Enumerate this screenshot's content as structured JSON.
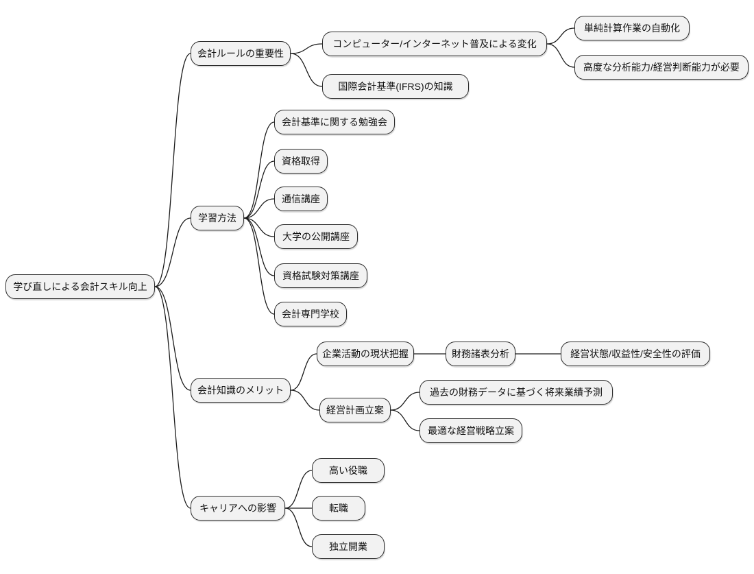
{
  "diagram": {
    "type": "mindmap",
    "colors": {
      "background": "#ffffff",
      "node_fill": "#f2f2f2",
      "node_border": "#2b2b2b",
      "edge": "#1a1a1a"
    },
    "nodes": [
      {
        "id": "root",
        "label": "学び直しによる会計スキル向上",
        "parent": null
      },
      {
        "id": "rule",
        "label": "会計ルールの重要性",
        "parent": "root"
      },
      {
        "id": "computer",
        "label": "コンピューター/インターネット普及による変化",
        "parent": "rule"
      },
      {
        "id": "auto",
        "label": "単純計算作業の自動化",
        "parent": "computer"
      },
      {
        "id": "advanced",
        "label": "高度な分析能力/経営判断能力が必要",
        "parent": "computer"
      },
      {
        "id": "ifrs",
        "label": "国際会計基準(IFRS)の知識",
        "parent": "rule"
      },
      {
        "id": "learn",
        "label": "学習方法",
        "parent": "root"
      },
      {
        "id": "study1",
        "label": "会計基準に関する勉強会",
        "parent": "learn"
      },
      {
        "id": "study2",
        "label": "資格取得",
        "parent": "learn"
      },
      {
        "id": "study3",
        "label": "通信講座",
        "parent": "learn"
      },
      {
        "id": "study4",
        "label": "大学の公開講座",
        "parent": "learn"
      },
      {
        "id": "study5",
        "label": "資格試験対策講座",
        "parent": "learn"
      },
      {
        "id": "study6",
        "label": "会計専門学校",
        "parent": "learn"
      },
      {
        "id": "merit",
        "label": "会計知識のメリット",
        "parent": "root"
      },
      {
        "id": "status",
        "label": "企業活動の現状把握",
        "parent": "merit"
      },
      {
        "id": "finstat",
        "label": "財務諸表分析",
        "parent": "status"
      },
      {
        "id": "eval",
        "label": "経営状態/収益性/安全性の評価",
        "parent": "finstat"
      },
      {
        "id": "plan",
        "label": "経営計画立案",
        "parent": "merit"
      },
      {
        "id": "forecast",
        "label": "過去の財務データに基づく将来業績予測",
        "parent": "plan"
      },
      {
        "id": "strategy",
        "label": "最適な経営戦略立案",
        "parent": "plan"
      },
      {
        "id": "career",
        "label": "キャリアへの影響",
        "parent": "root"
      },
      {
        "id": "career1",
        "label": "高い役職",
        "parent": "career"
      },
      {
        "id": "career2",
        "label": "転職",
        "parent": "career"
      },
      {
        "id": "career3",
        "label": "独立開業",
        "parent": "career"
      }
    ],
    "connections": [
      {
        "from": "root",
        "to": "rule"
      },
      {
        "from": "root",
        "to": "learn"
      },
      {
        "from": "root",
        "to": "merit"
      },
      {
        "from": "root",
        "to": "career"
      },
      {
        "from": "rule",
        "to": "computer"
      },
      {
        "from": "rule",
        "to": "ifrs"
      },
      {
        "from": "computer",
        "to": "auto"
      },
      {
        "from": "computer",
        "to": "advanced"
      },
      {
        "from": "learn",
        "to": "study1"
      },
      {
        "from": "learn",
        "to": "study2"
      },
      {
        "from": "learn",
        "to": "study3"
      },
      {
        "from": "learn",
        "to": "study4"
      },
      {
        "from": "learn",
        "to": "study5"
      },
      {
        "from": "learn",
        "to": "study6"
      },
      {
        "from": "merit",
        "to": "status"
      },
      {
        "from": "merit",
        "to": "plan"
      },
      {
        "from": "status",
        "to": "finstat"
      },
      {
        "from": "finstat",
        "to": "eval"
      },
      {
        "from": "plan",
        "to": "forecast"
      },
      {
        "from": "plan",
        "to": "strategy"
      },
      {
        "from": "career",
        "to": "career1"
      },
      {
        "from": "career",
        "to": "career2"
      },
      {
        "from": "career",
        "to": "career3"
      }
    ]
  }
}
